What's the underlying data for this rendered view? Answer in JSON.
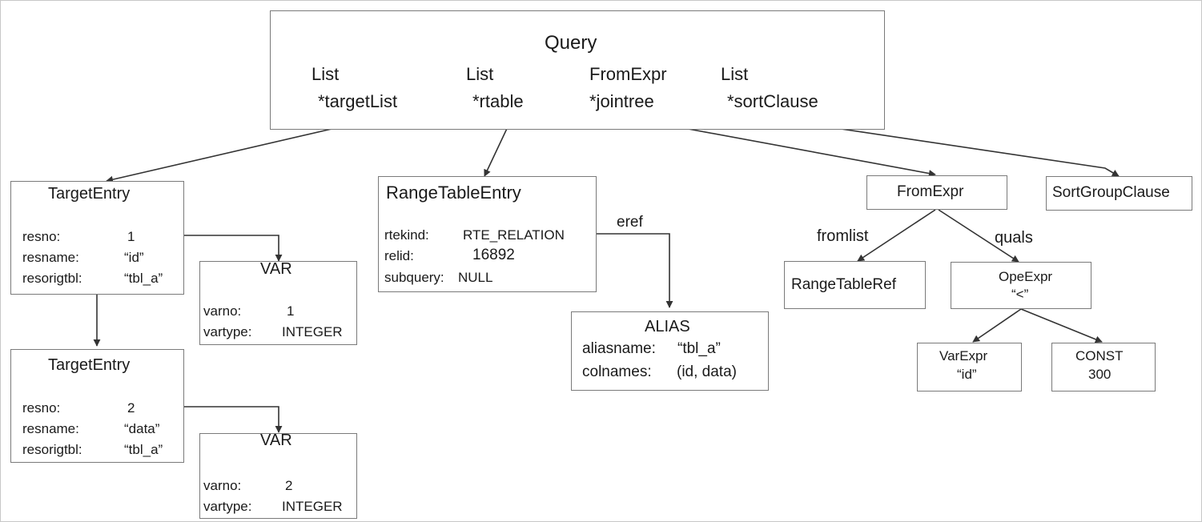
{
  "query": {
    "title": "Query",
    "fields": [
      {
        "type": "List",
        "name": "*targetList"
      },
      {
        "type": "List",
        "name": "*rtable"
      },
      {
        "type": "FromExpr",
        "name": "*jointree"
      },
      {
        "type": "List",
        "name": "*sortClause"
      }
    ]
  },
  "target_entries": [
    {
      "title": "TargetEntry",
      "rows": [
        {
          "k": "resno:",
          "v": "1"
        },
        {
          "k": "resname:",
          "v": "“id”"
        },
        {
          "k": "resorigtbl:",
          "v": "“tbl_a”"
        }
      ]
    },
    {
      "title": "TargetEntry",
      "rows": [
        {
          "k": "resno:",
          "v": "2"
        },
        {
          "k": "resname:",
          "v": "“data”"
        },
        {
          "k": "resorigtbl:",
          "v": "“tbl_a”"
        }
      ]
    }
  ],
  "vars": [
    {
      "title": "VAR",
      "rows": [
        {
          "k": "varno:",
          "v": "1"
        },
        {
          "k": "vartype:",
          "v": "INTEGER"
        }
      ]
    },
    {
      "title": "VAR",
      "rows": [
        {
          "k": "varno:",
          "v": "2"
        },
        {
          "k": "vartype:",
          "v": "INTEGER"
        }
      ]
    }
  ],
  "range_table_entry": {
    "title": "RangeTableEntry",
    "rows": [
      {
        "k": "rtekind:",
        "v": "RTE_RELATION"
      },
      {
        "k": "relid:",
        "v": "16892"
      },
      {
        "k": "subquery:",
        "v": "NULL"
      }
    ]
  },
  "alias": {
    "title": "ALIAS",
    "rows": [
      {
        "k": "aliasname:",
        "v": "“tbl_a”"
      },
      {
        "k": "colnames:",
        "v": "(id, data)"
      }
    ]
  },
  "from_expr": {
    "title": "FromExpr"
  },
  "sort_group_clause": {
    "title": "SortGroupClause"
  },
  "range_table_ref": {
    "title": "RangeTableRef"
  },
  "ope_expr": {
    "title": "OpeExpr",
    "op": "“<”"
  },
  "var_expr": {
    "title": "VarExpr",
    "value": "“id”"
  },
  "const": {
    "title": "CONST",
    "value": "300"
  },
  "edge_labels": {
    "eref": "eref",
    "fromlist": "fromlist",
    "quals": "quals"
  },
  "colors": {
    "line": "#333333",
    "box_border": "#7a7a7a",
    "text": "#1a1a1a"
  }
}
